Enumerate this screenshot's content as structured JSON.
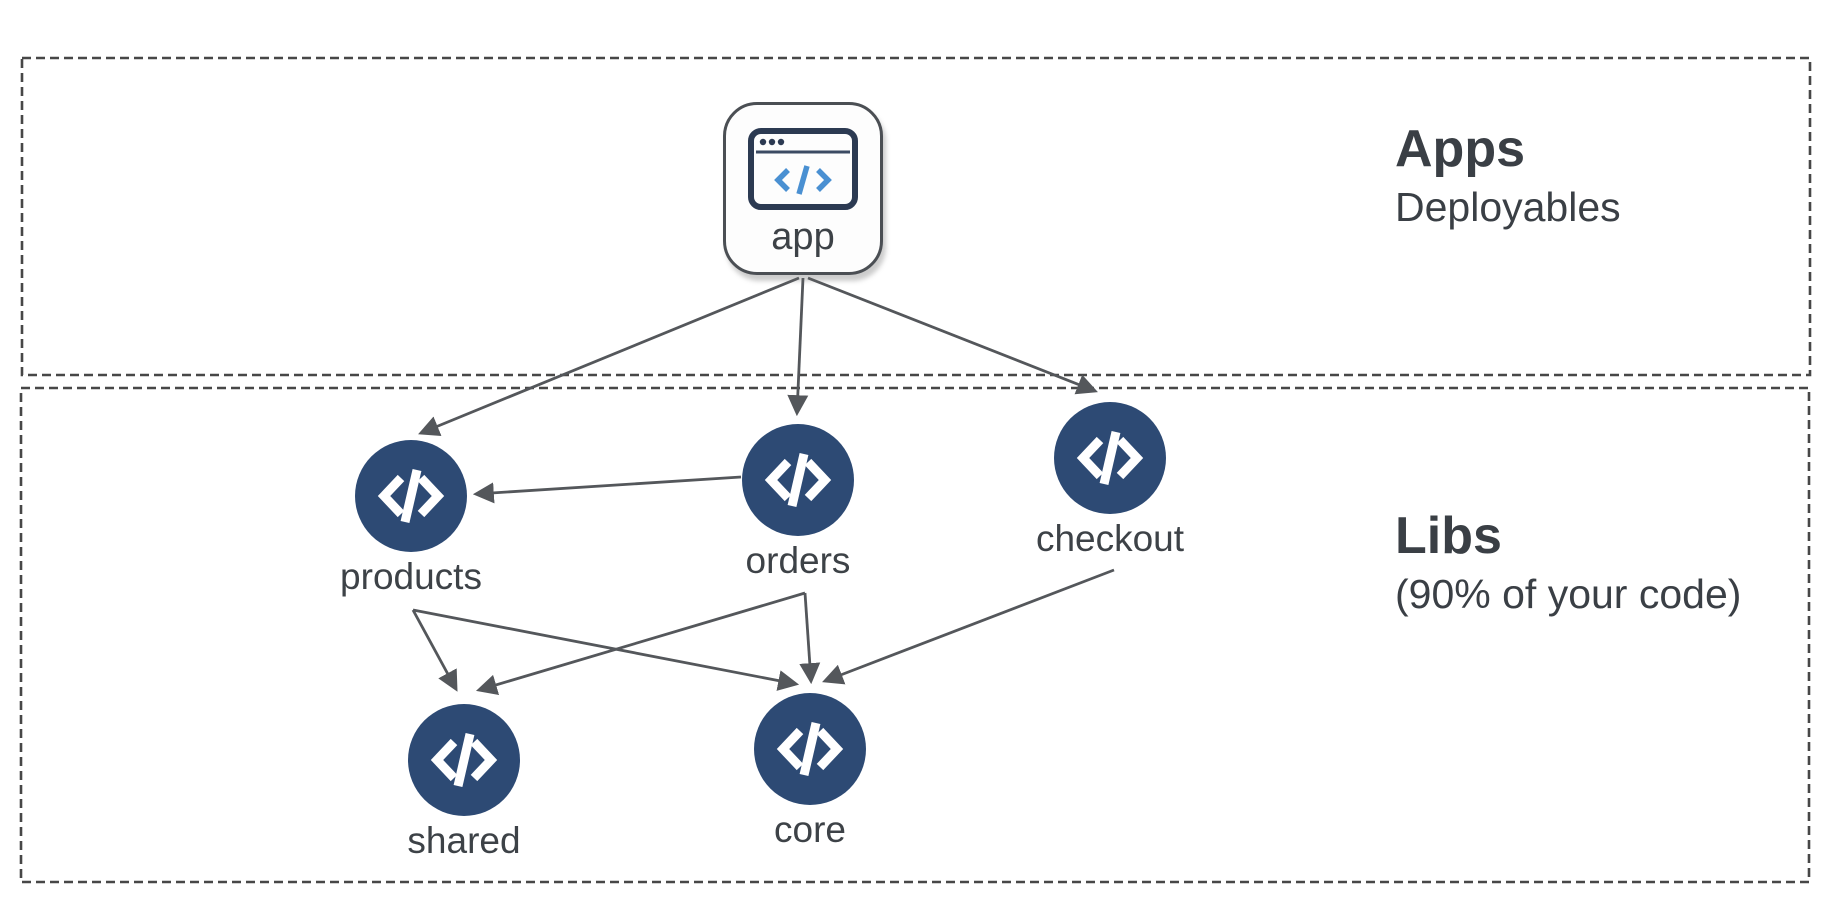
{
  "sections": [
    {
      "id": "apps",
      "title": "Apps",
      "subtitle": "Deployables"
    },
    {
      "id": "libs",
      "title": "Libs",
      "subtitle": "(90% of your code)"
    }
  ],
  "diagram": {
    "app_node": {
      "label": "app",
      "icon": "browser-code-icon"
    },
    "lib_nodes": [
      {
        "id": "products",
        "label": "products",
        "icon": "code-icon"
      },
      {
        "id": "orders",
        "label": "orders",
        "icon": "code-icon"
      },
      {
        "id": "checkout",
        "label": "checkout",
        "icon": "code-icon"
      },
      {
        "id": "shared",
        "label": "shared",
        "icon": "code-icon"
      },
      {
        "id": "core",
        "label": "core",
        "icon": "code-icon"
      }
    ],
    "edges": [
      {
        "from": "app",
        "to": "products"
      },
      {
        "from": "app",
        "to": "orders"
      },
      {
        "from": "app",
        "to": "checkout"
      },
      {
        "from": "orders",
        "to": "products"
      },
      {
        "from": "products",
        "to": "shared"
      },
      {
        "from": "products",
        "to": "core"
      },
      {
        "from": "orders",
        "to": "shared"
      },
      {
        "from": "orders",
        "to": "core"
      },
      {
        "from": "checkout",
        "to": "core"
      }
    ]
  },
  "colors": {
    "node_fill": "#2d4a74",
    "node_glyph": "#ffffff",
    "edge": "#54575b",
    "boundary_dash": "#474747",
    "text": "#3d4247",
    "app_border": "#4b4f54",
    "browser_icon_navy": "#2c3a52",
    "browser_icon_blue": "#4a90d2"
  }
}
